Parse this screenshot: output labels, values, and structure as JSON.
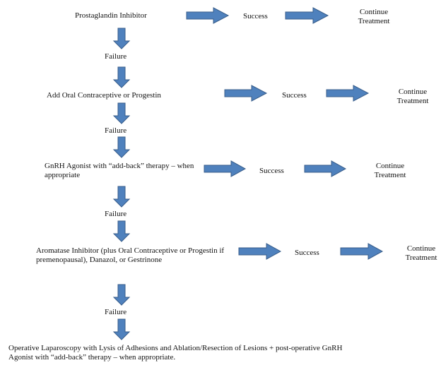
{
  "colors": {
    "arrow_fill": "#4f81bd",
    "arrow_stroke": "#385d8a",
    "text": "#111111"
  },
  "steps": [
    {
      "treatment": "Prostaglandin Inhibitor",
      "outcome": "Success",
      "result": "Continue Treatment",
      "next": "Failure"
    },
    {
      "treatment": "Add Oral Contraceptive or Progestin",
      "outcome": "Success",
      "result": "Continue Treatment",
      "next": "Failure"
    },
    {
      "treatment": "GnRH Agonist with “add-back” therapy – when appropriate",
      "outcome": "Success",
      "result": "Continue Treatment",
      "next": "Failure"
    },
    {
      "treatment": "Aromatase Inhibitor (plus Oral Contraceptive or Progestin if premenopausal), Danazol, or Gestrinone",
      "outcome": "Success",
      "result": "Continue Treatment",
      "next": "Failure"
    }
  ],
  "final_step": "Operative Laparoscopy with Lysis of Adhesions and Ablation/Resection of Lesions + post-operative GnRH Agonist with “add-back” therapy – when appropriate."
}
